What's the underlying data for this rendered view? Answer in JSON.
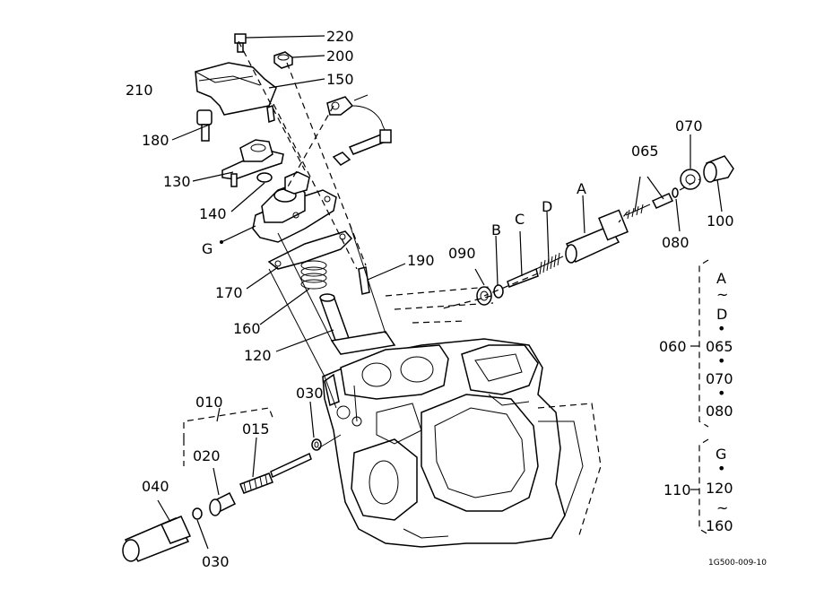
{
  "labels": {
    "p220": "220",
    "p200": "200",
    "p210": "210",
    "p150": "150",
    "p180": "180",
    "p130": "130",
    "p140": "140",
    "pG": "G",
    "p170": "170",
    "p160": "160",
    "p120": "120",
    "p190": "190",
    "p090": "090",
    "pB": "B",
    "pC": "C",
    "pD": "D",
    "pA": "A",
    "p065": "065",
    "p070": "070",
    "p100": "100",
    "p080": "080",
    "p010": "010",
    "p015": "015",
    "p020": "020",
    "p030a": "030",
    "p040": "040",
    "p030b": "030"
  },
  "group_060": {
    "label": "060",
    "items": [
      "A",
      "~",
      "D",
      "•",
      "065",
      "•",
      "070",
      "•",
      "080"
    ]
  },
  "group_110": {
    "label": "110",
    "items": [
      "G",
      "•",
      "120",
      "~",
      "160"
    ]
  },
  "figure_code": "1G500-009-10"
}
